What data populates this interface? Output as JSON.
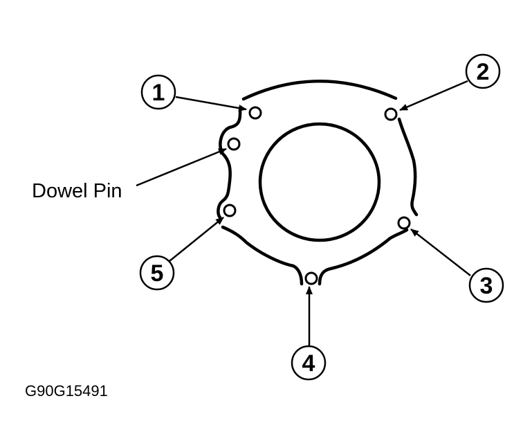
{
  "callouts": [
    {
      "id": "1",
      "label": "1"
    },
    {
      "id": "2",
      "label": "2"
    },
    {
      "id": "3",
      "label": "3"
    },
    {
      "id": "4",
      "label": "4"
    },
    {
      "id": "5",
      "label": "5"
    }
  ],
  "dowel_label": "Dowel Pin",
  "figure_id": "G90G15491"
}
